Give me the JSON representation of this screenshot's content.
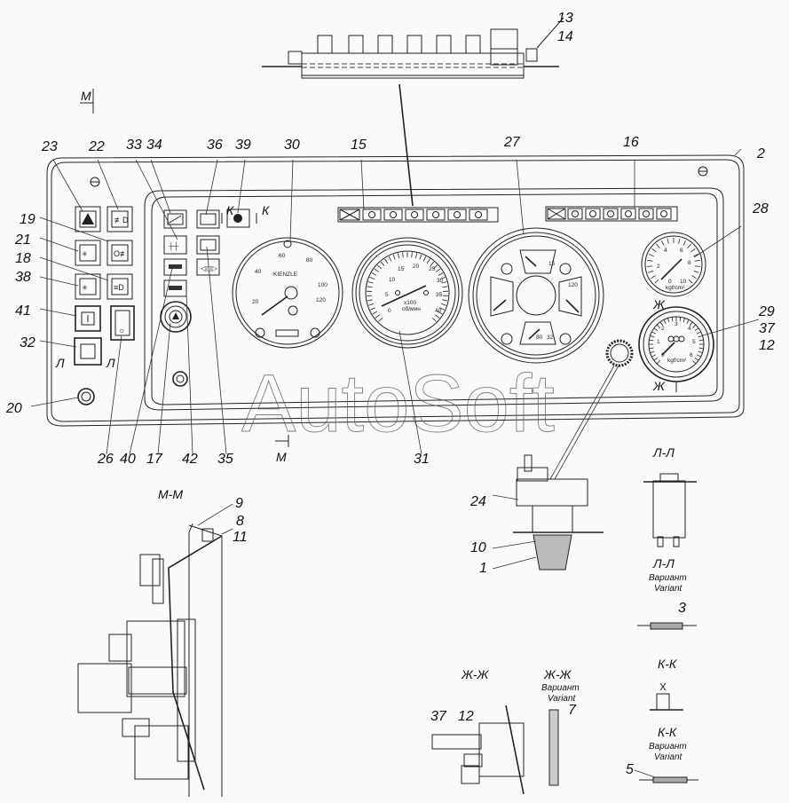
{
  "title": "Instrument panel assembly drawing",
  "watermark": "AutoSoft",
  "section_marks": {
    "m_top": "М",
    "m_bottom": "М",
    "l_left": "Л",
    "l_right": "Л",
    "k1": "К",
    "k2": "К",
    "zh": "Ж"
  },
  "callouts": {
    "c13": "13",
    "c14": "14",
    "c23": "23",
    "c22": "22",
    "c33": "33",
    "c34": "34",
    "c36": "36",
    "c39": "39",
    "c30": "30",
    "c15": "15",
    "c27": "27",
    "c16": "16",
    "c2": "2",
    "c28": "28",
    "c29": "29",
    "c37": "37",
    "c12": "12",
    "c19": "19",
    "c21": "21",
    "c18": "18",
    "c38": "38",
    "c41": "41",
    "c32": "32",
    "c20": "20",
    "c26": "26",
    "c40": "40",
    "c17": "17",
    "c42": "42",
    "c35": "35",
    "c31": "31",
    "c24": "24",
    "c10": "10",
    "c1": "1",
    "c9": "9",
    "c8": "8",
    "c11": "11",
    "c3": "3",
    "c5": "5",
    "c7": "7",
    "c37b": "37",
    "c12b": "12"
  },
  "section_views": {
    "mm": "М-М",
    "ll": "Л-Л",
    "ll_variant": "Л-Л",
    "ll_variant_ru": "Вариант",
    "ll_variant_en": "Variant",
    "kk": "К-К",
    "kk_variant": "К-К",
    "kk_variant_ru": "Вариант",
    "kk_variant_en": "Variant",
    "zhzh": "Ж-Ж",
    "zhzh_variant": "Ж-Ж",
    "zhzh_variant_ru": "Вариант",
    "zhzh_variant_en": "Variant"
  },
  "gauges": {
    "speedometer": {
      "brand": "KIENZLE",
      "ticks": [
        "20",
        "40",
        "60",
        "80",
        "100",
        "120"
      ]
    },
    "tachometer": {
      "ticks": [
        "0",
        "5",
        "10",
        "15",
        "20",
        "25",
        "30",
        "35",
        "40"
      ],
      "multiplier": "x100",
      "unit": "об/мин"
    },
    "combination": {
      "top_scale_max": "15",
      "right_scale_max": "120",
      "bottom_scale": [
        "80",
        "32"
      ]
    },
    "pressure_upper": {
      "ticks": [
        "0",
        "2",
        "4",
        "6",
        "8",
        "10"
      ],
      "unit": "kgf/cm²"
    },
    "pressure_lower": {
      "ticks": [
        "0",
        "1",
        "2",
        "3",
        "4",
        "5",
        "6"
      ],
      "unit": "kgf/cm²"
    }
  }
}
